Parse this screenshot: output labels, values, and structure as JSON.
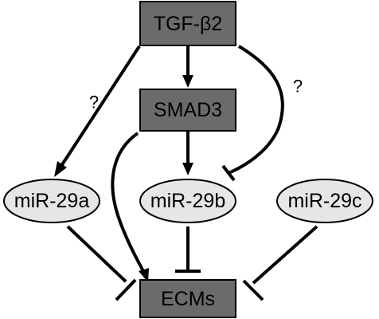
{
  "nodes": {
    "tgf": {
      "label": "TGF-β2",
      "shape": "rect"
    },
    "smad3": {
      "label": "SMAD3",
      "shape": "rect"
    },
    "mir29a": {
      "label": "miR-29a",
      "shape": "ellipse"
    },
    "mir29b": {
      "label": "miR-29b",
      "shape": "ellipse"
    },
    "mir29c": {
      "label": "miR-29c",
      "shape": "ellipse"
    },
    "ecms": {
      "label": "ECMs",
      "shape": "rect"
    }
  },
  "edges": [
    {
      "from": "tgf",
      "to": "mir29a",
      "type": "activation",
      "label": "?"
    },
    {
      "from": "tgf",
      "to": "smad3",
      "type": "activation",
      "label": ""
    },
    {
      "from": "tgf",
      "to": "mir29b",
      "type": "inhibition",
      "label": "?"
    },
    {
      "from": "smad3",
      "to": "mir29b",
      "type": "activation",
      "label": ""
    },
    {
      "from": "smad3",
      "to": "ecms",
      "type": "activation",
      "label": ""
    },
    {
      "from": "mir29a",
      "to": "ecms",
      "type": "inhibition",
      "label": ""
    },
    {
      "from": "mir29b",
      "to": "ecms",
      "type": "inhibition",
      "label": ""
    },
    {
      "from": "mir29c",
      "to": "ecms",
      "type": "inhibition",
      "label": ""
    }
  ],
  "colors": {
    "rect_fill": "#6b6b6b",
    "ellipse_fill": "#e6e6e6",
    "stroke": "#000000"
  }
}
